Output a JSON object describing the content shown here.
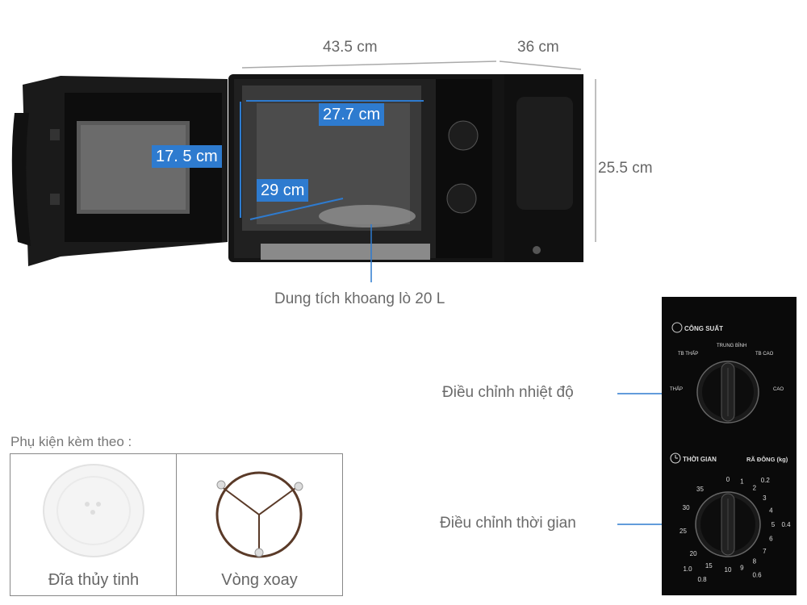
{
  "dimensions": {
    "width": "43.5 cm",
    "depth": "36 cm",
    "height": "25.5 cm",
    "inner_width": "27.7 cm",
    "inner_height": "17. 5 cm",
    "inner_depth": "29 cm"
  },
  "capacity_label": "Dung tích khoang lò 20 L",
  "controls": {
    "temperature_label": "Điều chỉnh nhiệt độ",
    "timer_label": "Điều chỉnh thời gian",
    "panel": {
      "power_title": "CÔNG SUẤT",
      "power_levels": [
        "TB THẤP",
        "TRUNG BÌNH",
        "TB CAO",
        "THẤP",
        "CAO"
      ],
      "timer_title": "THỜI GIAN",
      "defrost_title": "RÃ ĐÔNG (kg)",
      "timer_minutes": [
        "0",
        "1",
        "2",
        "3",
        "4",
        "5",
        "6",
        "7",
        "8",
        "9",
        "10",
        "15",
        "20",
        "25",
        "30",
        "35"
      ],
      "defrost_kg": [
        "0.2",
        "0.4",
        "0.6",
        "0.8",
        "1.0"
      ]
    }
  },
  "accessories": {
    "title": "Phụ kiện  kèm theo :",
    "items": [
      {
        "label": "Đĩa thủy tinh"
      },
      {
        "label": "Vòng xoay"
      }
    ]
  },
  "colors": {
    "label_blue": "#2e7bcf",
    "appliance_black": "#141414",
    "callout_line": "#2e7bcf"
  }
}
